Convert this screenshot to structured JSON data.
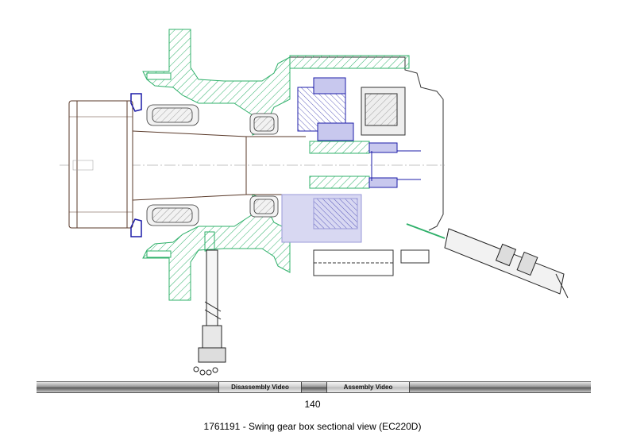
{
  "navigation": {
    "disassembly_label": "Disassembly Video",
    "assembly_label": "Assembly Video"
  },
  "page_number": "140",
  "caption": "1761191 - Swing gear box sectional view (EC220D)",
  "colors": {
    "housing": "#2fb06a",
    "gear_parts": "#1c1ca8",
    "shaft_lines": "#5a3a2a",
    "guide_lines": "#555555"
  }
}
